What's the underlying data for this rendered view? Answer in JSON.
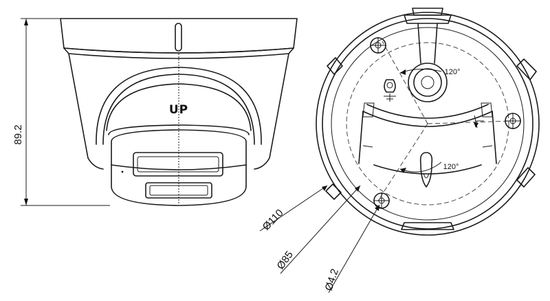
{
  "side_view": {
    "height_dimension": "89.2",
    "marking": "UP"
  },
  "bottom_view": {
    "outer_diameter": "Ø110",
    "hole_circle_diameter": "Ø85",
    "hole_diameter": "Ø4.2",
    "angle_top": "120°",
    "angle_bottom": "120°"
  }
}
